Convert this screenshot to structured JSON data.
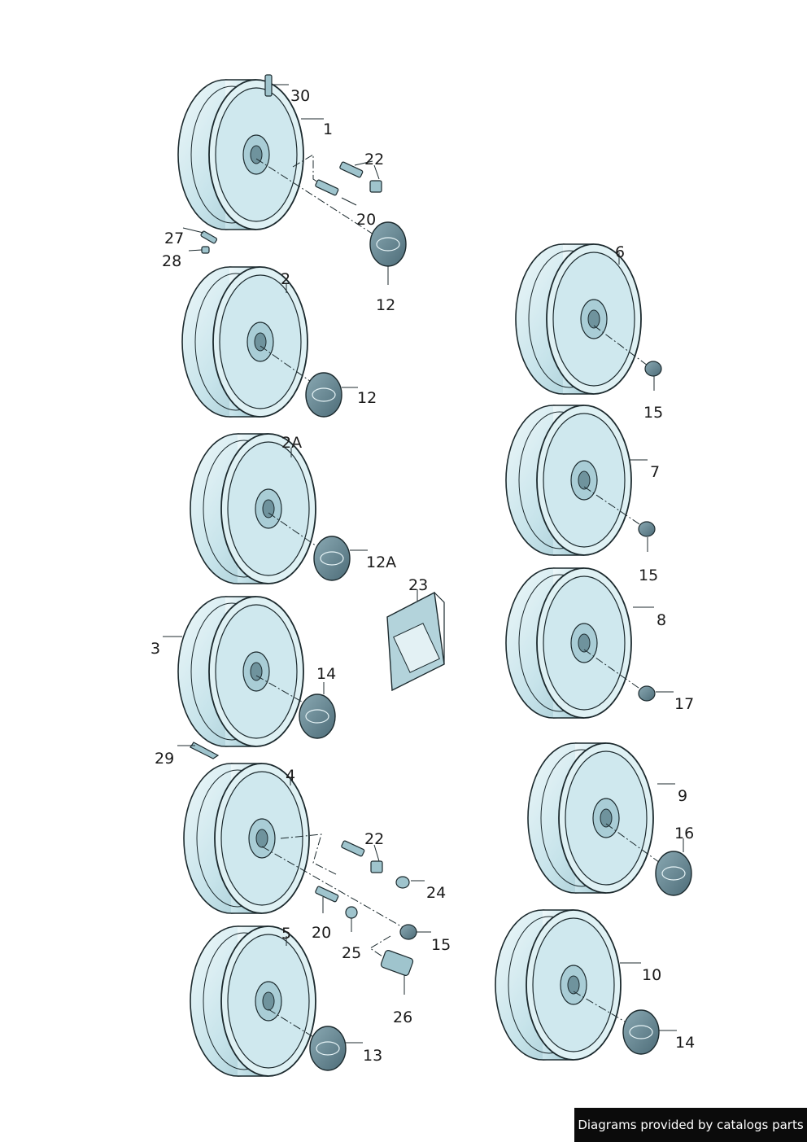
{
  "callouts": [
    "30",
    "1",
    "22",
    "20",
    "27",
    "28",
    "12",
    "2",
    "12",
    "2A",
    "12A",
    "3",
    "14",
    "29",
    "4",
    "22",
    "24",
    "20",
    "25",
    "15",
    "5",
    "26",
    "13",
    "6",
    "15",
    "7",
    "15",
    "23",
    "8",
    "17",
    "9",
    "16",
    "10",
    "14"
  ],
  "credit": "Diagrams provided by catalogs parts",
  "colors": {
    "wheel_fill": "#c9e6ec",
    "wheel_light": "#e9f6f8",
    "wheel_dark": "#8fb9c3",
    "cap_fill": "#5f7f8b",
    "line": "#1c2a2e",
    "credit_bg": "#0b0b0b",
    "credit_text": "#ffffff"
  }
}
